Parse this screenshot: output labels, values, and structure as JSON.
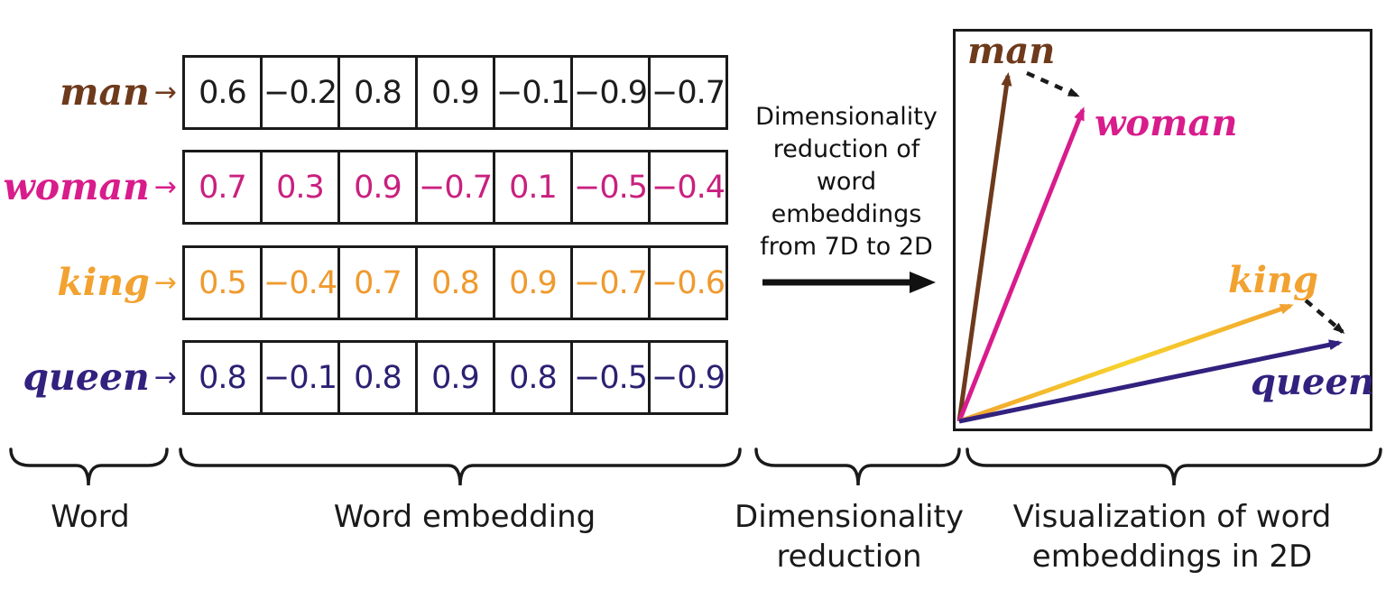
{
  "arrow_glyph": "→",
  "words": [
    {
      "label": "man",
      "color": "#6E3A1C",
      "value_color": "#1C1C1C",
      "values": [
        "0.6",
        "−0.2",
        "0.8",
        "0.9",
        "−0.1",
        "−0.9",
        "−0.7"
      ]
    },
    {
      "label": "woman",
      "color": "#D81C8C",
      "value_color": "#C9207F",
      "values": [
        "0.7",
        "0.3",
        "0.9",
        "−0.7",
        "0.1",
        "−0.5",
        "−0.4"
      ]
    },
    {
      "label": "king",
      "color": "#F2A230",
      "value_color": "#EF9A2E",
      "values": [
        "0.5",
        "−0.4",
        "0.7",
        "0.8",
        "0.9",
        "−0.7",
        "−0.6"
      ]
    },
    {
      "label": "queen",
      "color": "#32217E",
      "value_color": "#2B2172",
      "values": [
        "0.8",
        "−0.1",
        "0.8",
        "0.9",
        "0.8",
        "−0.5",
        "−0.9"
      ]
    }
  ],
  "dimensionality_note": {
    "lines": [
      "Dimensionality",
      "reduction of",
      "word",
      "embeddings",
      "from 7D to 2D"
    ]
  },
  "visualization": {
    "analogy_arrows": [
      {
        "from": "man",
        "to": "woman"
      },
      {
        "from": "king",
        "to": "queen"
      }
    ],
    "dashed_arrow_color": "#1A1A1A",
    "king_gradient": [
      "#F2A230",
      "#F6D32B",
      "#F2A230"
    ]
  },
  "captions": {
    "word": "Word",
    "word_embedding": "Word embedding",
    "dimensionality_reduction": [
      "Dimensionality",
      "reduction"
    ],
    "visualization": [
      "Visualization of word",
      "embeddings in 2D"
    ]
  },
  "colors": {
    "ink": "#1A1A1A",
    "background": "#FFFFFF"
  }
}
